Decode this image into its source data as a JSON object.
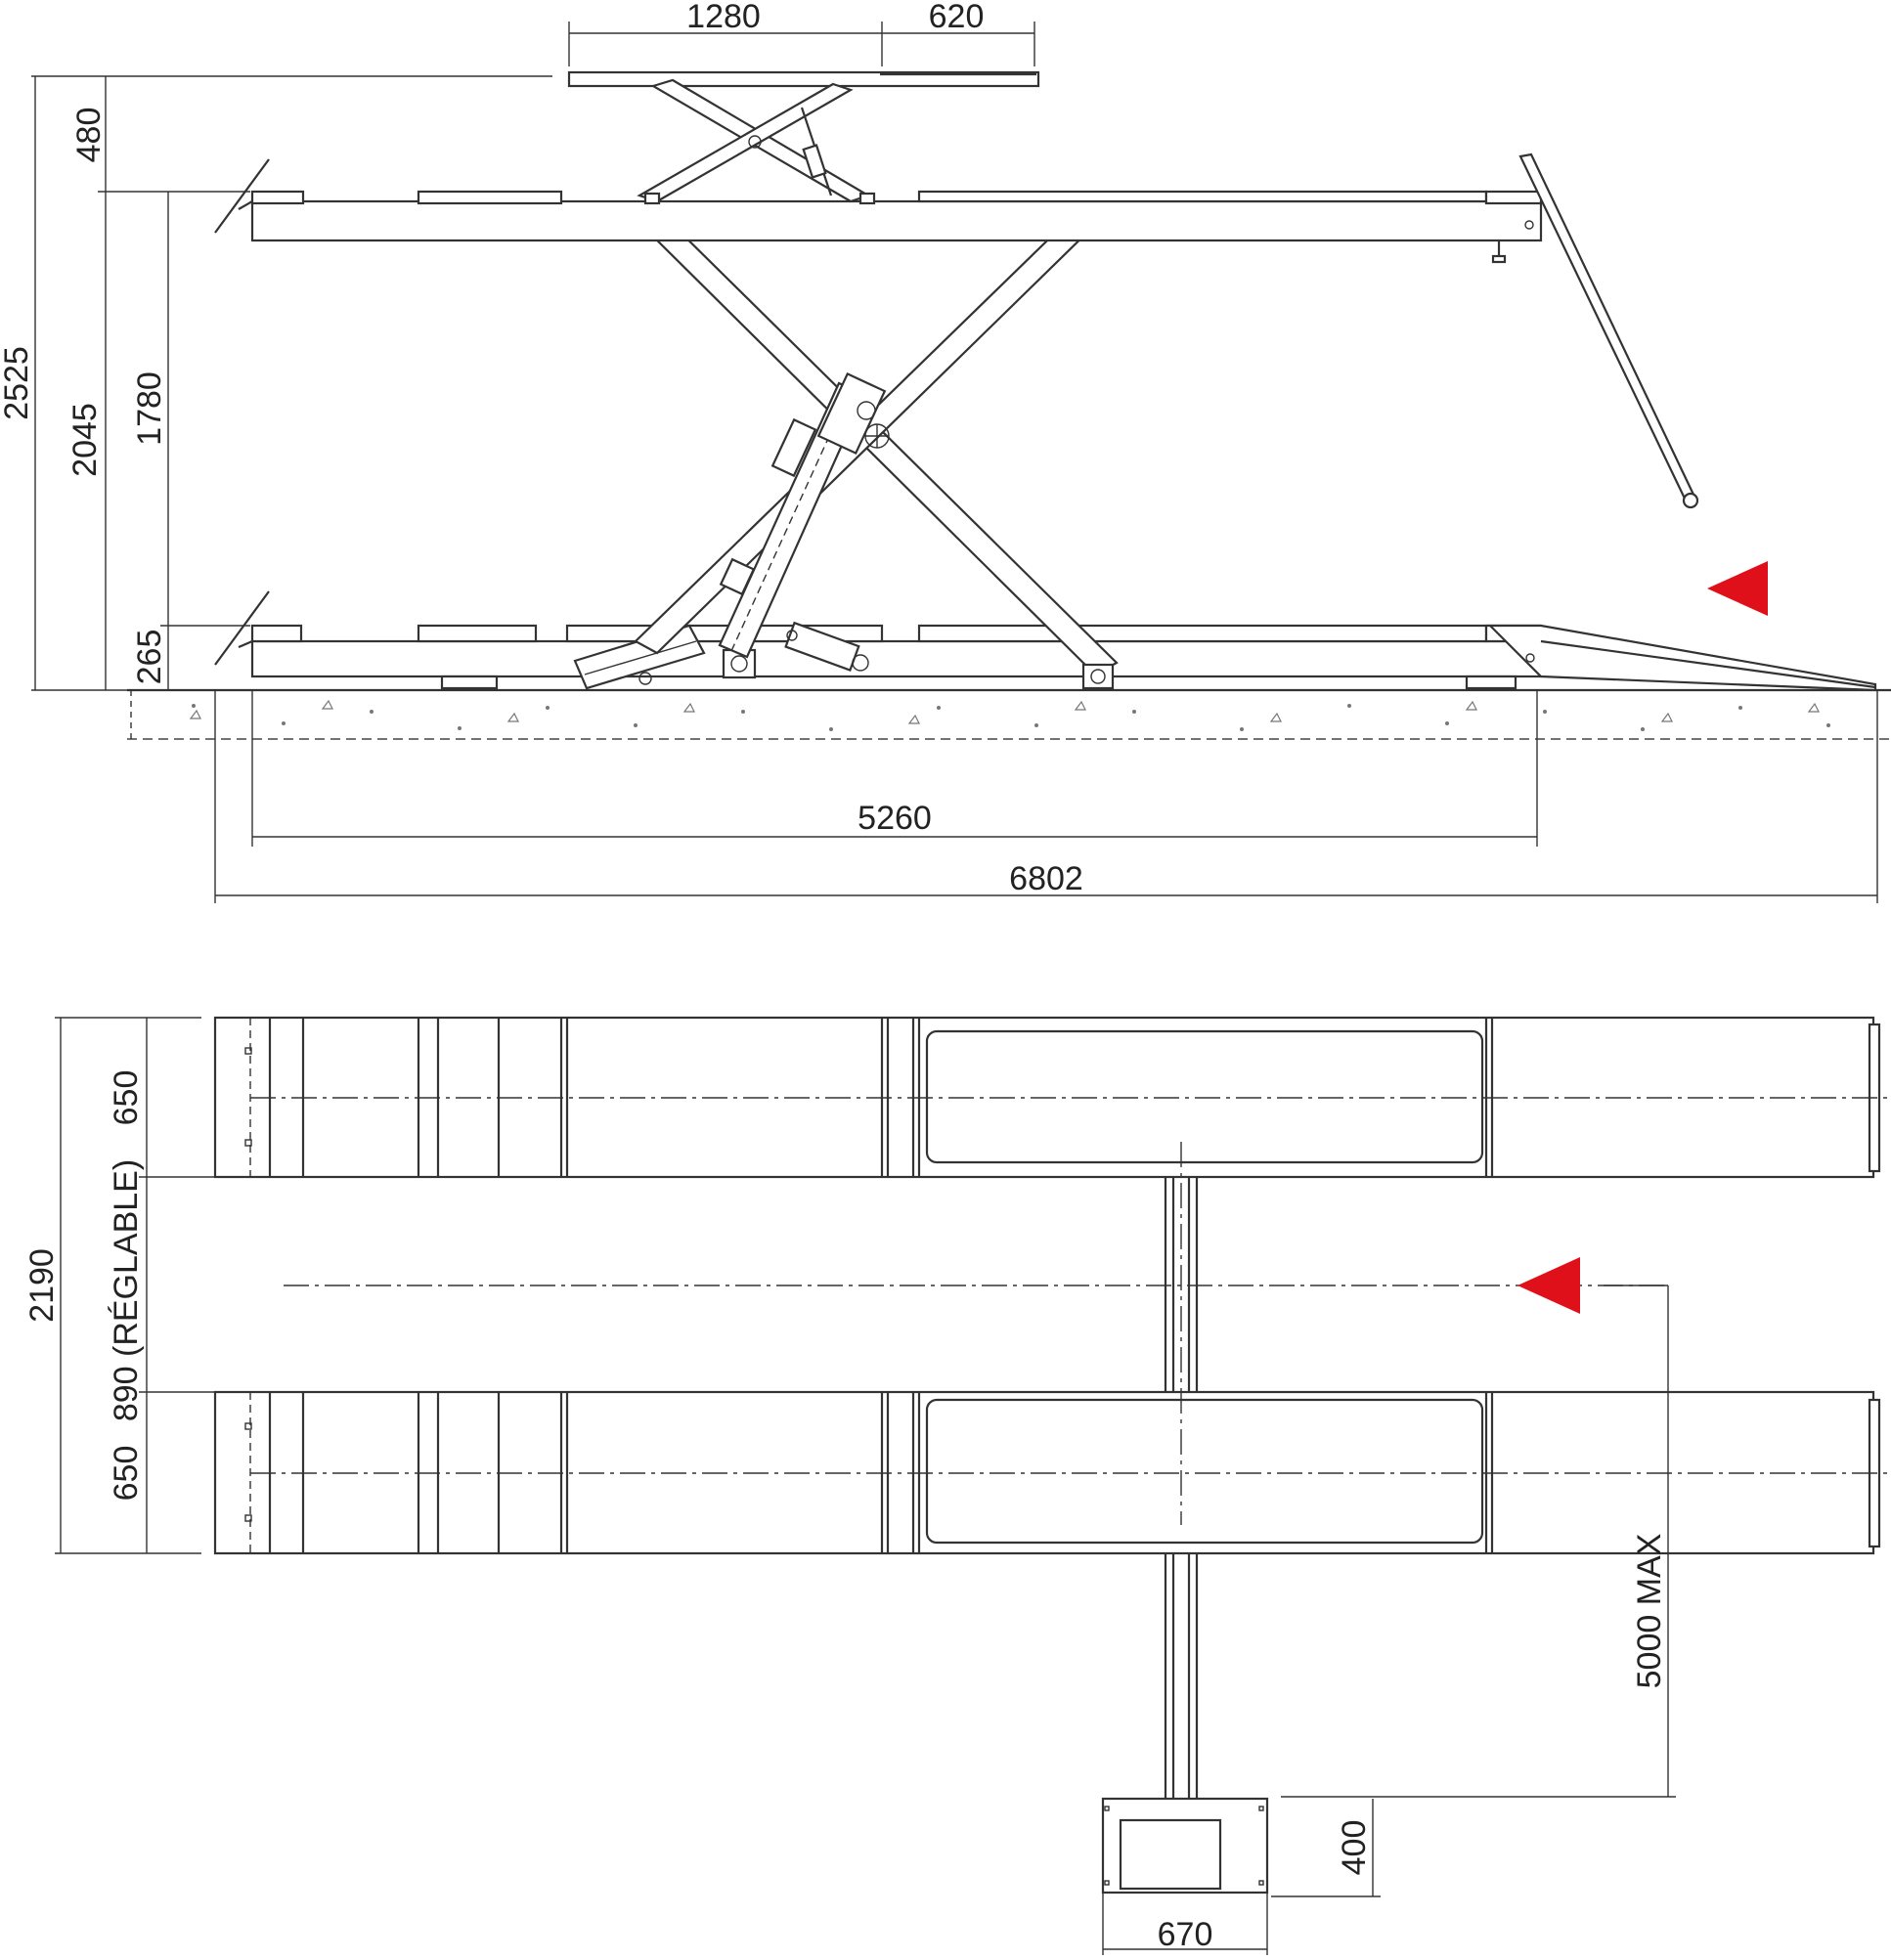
{
  "side_view": {
    "dims": {
      "top_width_a": "1280",
      "top_width_b": "620",
      "h_480": "480",
      "h_2525": "2525",
      "h_2045": "2045",
      "h_1780": "1780",
      "h_265": "265",
      "len_5260": "5260",
      "len_6802": "6802"
    }
  },
  "plan_view": {
    "dims": {
      "width_2190": "2190",
      "runway_650_top": "650",
      "gap_890": "890 (RÉGLABLE)",
      "runway_650_bottom": "650",
      "hose_5000": "5000  MAX",
      "console_400": "400",
      "console_670": "670"
    }
  },
  "colors": {
    "line": "#333333",
    "arrow": "#e0101a",
    "background": "#ffffff"
  },
  "icons": [
    "drive-direction-arrow-icon",
    "drive-direction-arrow-icon"
  ]
}
